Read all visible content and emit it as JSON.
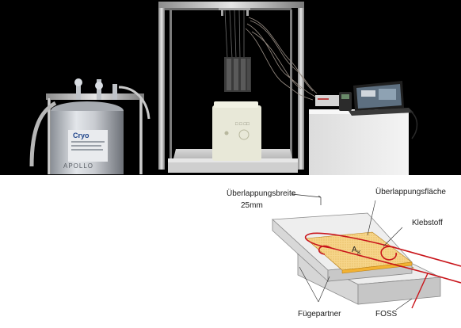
{
  "photo": {
    "dewar_brand": "Cryo",
    "dewar_model": "APOLLO"
  },
  "diagram": {
    "label_overlap_width": "Überlappungsbreite",
    "label_overlap_width_value": "25mm",
    "label_overlap_area": "Überlappungsfläche",
    "label_adhesive": "Klebstoff",
    "label_area_symbol": "A",
    "label_area_subscript": "K",
    "label_joining_partner": "Fügepartner",
    "label_foss": "FOSS"
  }
}
